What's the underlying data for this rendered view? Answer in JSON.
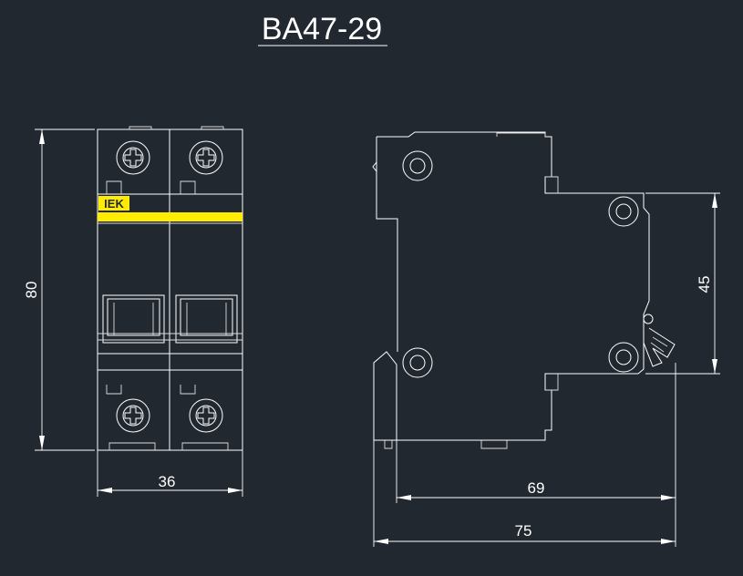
{
  "title": "BA47-29",
  "logo_text": "IEK",
  "colors": {
    "background": "#212830",
    "lines": "#ffffff",
    "stripe": "#ffec00"
  },
  "dimensions": {
    "height": "80",
    "width": "36",
    "mount_height": "45",
    "depth_body": "69",
    "depth_total": "75"
  }
}
